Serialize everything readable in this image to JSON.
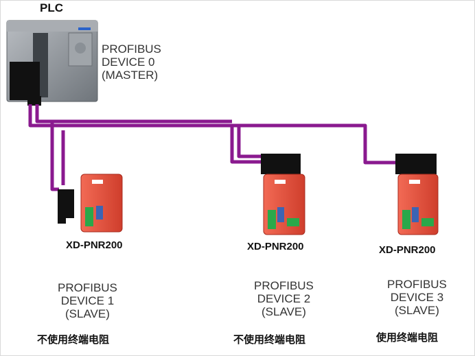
{
  "plc": {
    "title": "PLC",
    "master_label": "PROFIBUS\nDEVICE 0\n(MASTER)"
  },
  "devices": [
    {
      "model": "XD-PNR200",
      "role": "PROFIBUS\nDEVICE 1\n(SLAVE)",
      "termination_note": "不使用终端电阻"
    },
    {
      "model": "XD-PNR200",
      "role": "PROFIBUS\nDEVICE 2\n(SLAVE)",
      "termination_note": "不使用终端电阻"
    },
    {
      "model": "XD-PNR200",
      "role": "PROFIBUS\nDEVICE 3\n(SLAVE)",
      "termination_note": "使用终端电阻"
    }
  ],
  "colors": {
    "bus": "#8a1a8f",
    "plc_body": "#8e9398",
    "gateway_body": "#e8503c",
    "connector": "#111111",
    "terminal": "#2aa84a"
  }
}
